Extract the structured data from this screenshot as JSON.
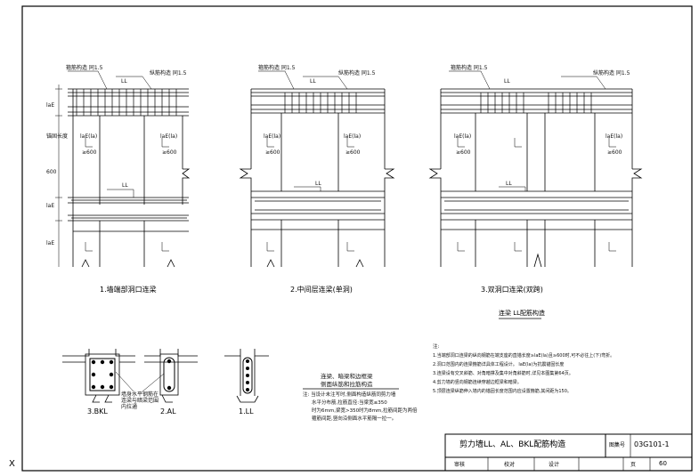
{
  "sheet": {
    "title_block": {
      "title": "剪力墙LL、AL、BKL配筋构造",
      "atlas_label": "图集号",
      "atlas_no": "03G101-1",
      "page_label": "页",
      "page_no": "60",
      "row2_cells": [
        "审核",
        "校对",
        "设计"
      ]
    },
    "section_heading": "连梁 LL配筋构造",
    "details": [
      {
        "caption": "1.墙端部洞口连梁",
        "labels": {
          "top_steel": "箍筋构造 同1.5",
          "top_right": "纵筋构造 同1.5",
          "ll_top": "LL",
          "ll_mid": "LL",
          "side": [
            "锚固长度",
            "laE",
            "laE",
            "600",
            "laE"
          ],
          "anchor": [
            "laE(la)",
            "≥600",
            "laE(la)",
            "≥600"
          ]
        }
      },
      {
        "caption": "2.中间层连梁(单洞)",
        "labels": {
          "top_steel": "箍筋构造 同1.5",
          "top_right": "纵筋构造 同1.5",
          "ll_top": "LL",
          "ll_mid": "LL",
          "anchor": [
            "laE(la)",
            "≥600",
            "laE(la)",
            "≥600"
          ]
        }
      },
      {
        "caption": "3.双洞口连梁(双跨)",
        "labels": {
          "top_steel": "箍筋构造 同1.5",
          "top_right": "纵筋构造 同1.5",
          "ll_top": "LL",
          "ll_mid": "LL",
          "anchor": [
            "laE(la)",
            "≥600",
            "laE(la)",
            "≥600"
          ]
        }
      }
    ],
    "sections": [
      {
        "caption": "3.BKL"
      },
      {
        "caption": "2.AL"
      },
      {
        "caption": "1.LL"
      }
    ],
    "section_callout": "墙身水平钢筋在连梁与暗梁范围内拉通",
    "mid_notes": {
      "header1": "连梁、暗梁和边框梁",
      "header2": "侧面纵筋和拉筋构造",
      "lines": [
        "注: 当设计未注写时,侧面构造纵筋同剪力墙",
        "水平分布筋,拉筋直径:当梁宽≤350",
        "时为6mm,梁宽>350时为8mm,拉筋间距为两倍",
        "箍筋间距,竖向沿侧面水平筋隔一拉一。"
      ]
    },
    "notes": {
      "heading": "注:",
      "lines": [
        "1.当端部洞口连梁的纵向钢筋在端支座的直锚长度≥laE(la)且≥600时,可不必往上(下)弯折。",
        "2.洞口范围内的连梁箍筋详具体工程设计。     laE(la)为抗震锚固长度",
        "3.连梁设有交叉斜筋、对角暗撑及集中对角斜筋时,详见本图集第64页。",
        "4.剪力墙的竖向钢筋连续穿越边框梁和暗梁。",
        "5.顶层连梁纵筋伸入墙内的锚固长度范围内应设置箍筋,其间距为150。"
      ]
    },
    "corner_mark": "X"
  }
}
